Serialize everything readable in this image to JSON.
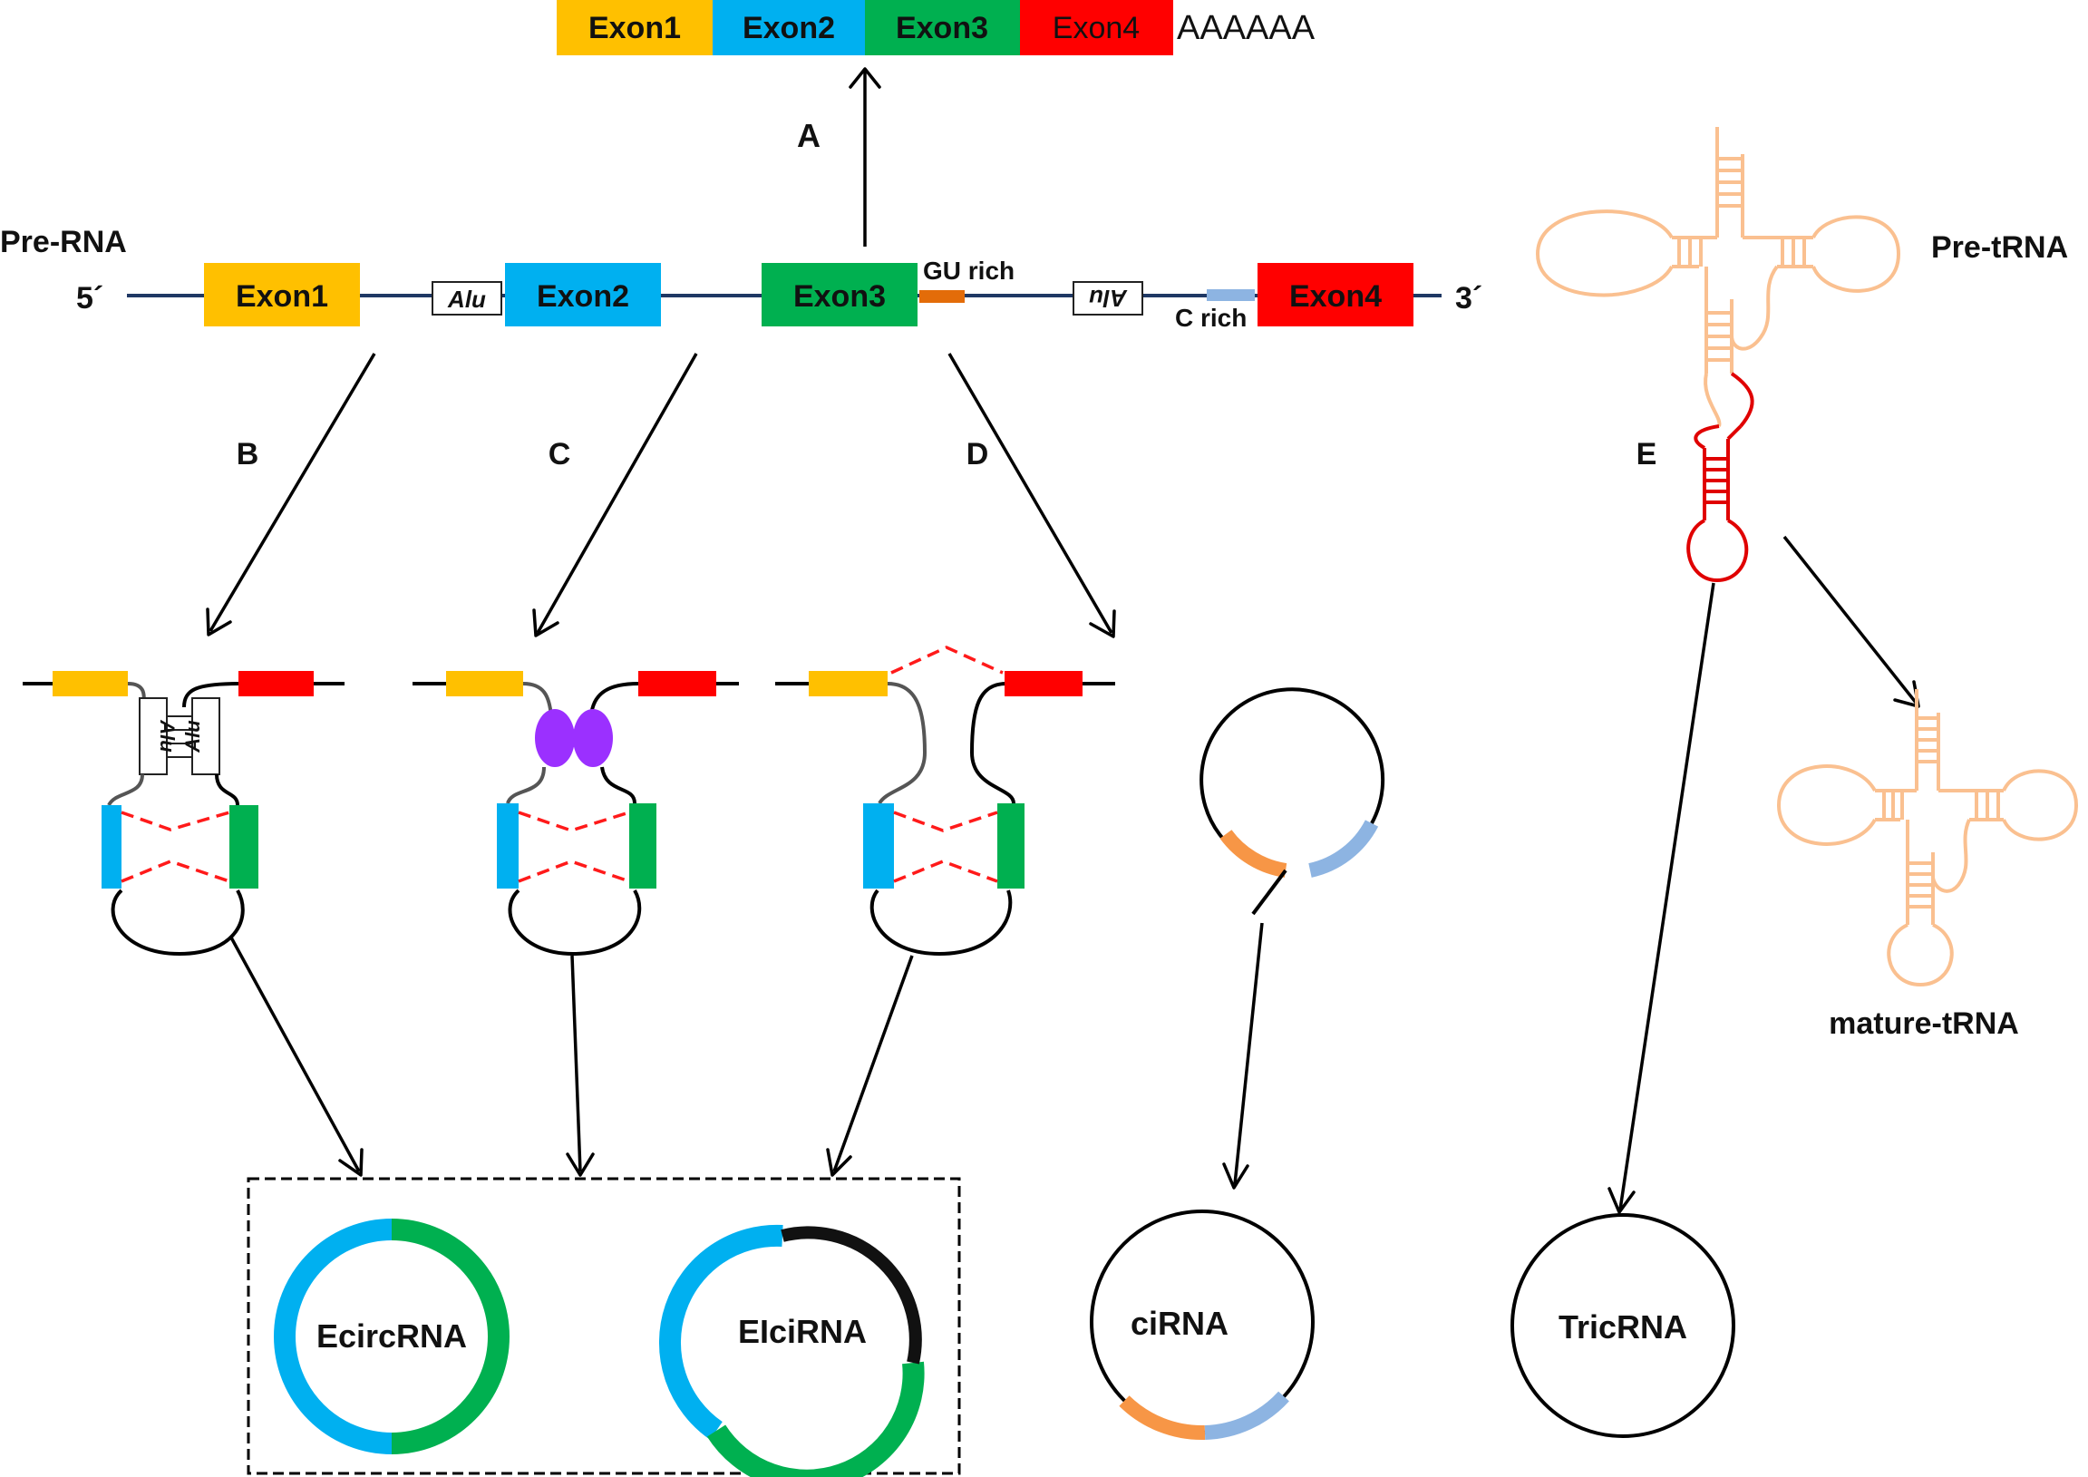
{
  "mature_mrna": {
    "exons": [
      "Exon1",
      "Exon2",
      "Exon3",
      "Exon4"
    ],
    "polya": "AAAAAA"
  },
  "pre_rna": {
    "label": "Pre-RNA",
    "five_prime": "5´",
    "three_prime": "3´",
    "exons": [
      "Exon1",
      "Exon2",
      "Exon3",
      "Exon4"
    ],
    "alu_label": "Alu",
    "alu_inverted_label": "Alu",
    "gu_rich": "GU rich",
    "c_rich": "C rich"
  },
  "pathways": {
    "a": "A",
    "b": "B",
    "c": "C",
    "d": "D",
    "e": "E"
  },
  "intermediates": {
    "alu_pair_left": "Alu",
    "alu_pair_right": "Alu"
  },
  "trna": {
    "pre_label": "Pre-tRNA",
    "mature_label": "mature-tRNA"
  },
  "products": {
    "ecircrna": "EcircRNA",
    "elcirna": "EIciRNA",
    "cirna": "ciRNA",
    "tricrna": "TricRNA"
  },
  "colors": {
    "exon1": "#FFC000",
    "exon2": "#00B0F0",
    "exon3": "#00B050",
    "exon4": "#FF0000",
    "gu_rich": "#E36C09",
    "c_rich": "#8DB4E2",
    "trna": "#FAC090",
    "trna_intron": "#E00000",
    "backbone": "#1F3864",
    "dashed_junction": "#FF1A1A",
    "protein": "#9B30FF"
  }
}
